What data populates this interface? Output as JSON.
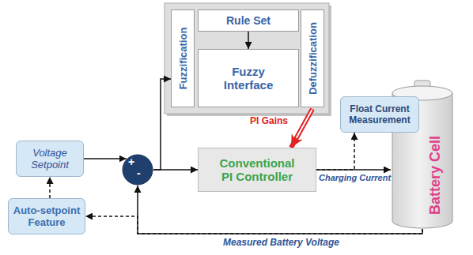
{
  "diagram": {
    "nodes": [
      {
        "text": []
      },
      {
        "text": [
          "Fuzzification"
        ],
        "in": 0
      },
      {
        "text": [
          "Rule Set"
        ],
        "in": 0
      },
      {
        "text": [
          "Fuzzy Interface"
        ],
        "in": 0
      },
      {
        "text": [
          "Defuzzification"
        ],
        "in": 0
      },
      {
        "text": [
          "Float Current Measurement"
        ]
      },
      {
        "text": [
          "Battery Cell"
        ]
      },
      {
        "text": [
          "Voltage Setpoint"
        ]
      },
      {
        "text": [
          "+",
          "-"
        ]
      },
      {
        "text": [
          "Conventional PI Controller"
        ]
      },
      {
        "text": [
          "Auto-setpoint Feature"
        ]
      }
    ],
    "edges": [
      {
        "from": 7,
        "to": 8,
        "arrow": "to"
      },
      {
        "from": 8,
        "to": 9,
        "arrow": "to"
      },
      {
        "from": 8,
        "to": 1,
        "arrow": "to"
      },
      {
        "from": 2,
        "to": 3,
        "arrow": "to"
      },
      {
        "from": 4,
        "to": 9,
        "label": "PI Gains",
        "arrow": "to"
      },
      {
        "from": 9,
        "to": 6,
        "label": "Charging Current",
        "arrow": "to"
      },
      {
        "from": 9,
        "to": 5,
        "arrow": "to"
      },
      {
        "from": 6,
        "to": 8,
        "label": "Measured Battery Voltage",
        "arrow": "to"
      },
      {
        "from": 6,
        "to": 10,
        "arrow": "to"
      },
      {
        "from": 10,
        "to": 7,
        "arrow": "to"
      }
    ]
  }
}
